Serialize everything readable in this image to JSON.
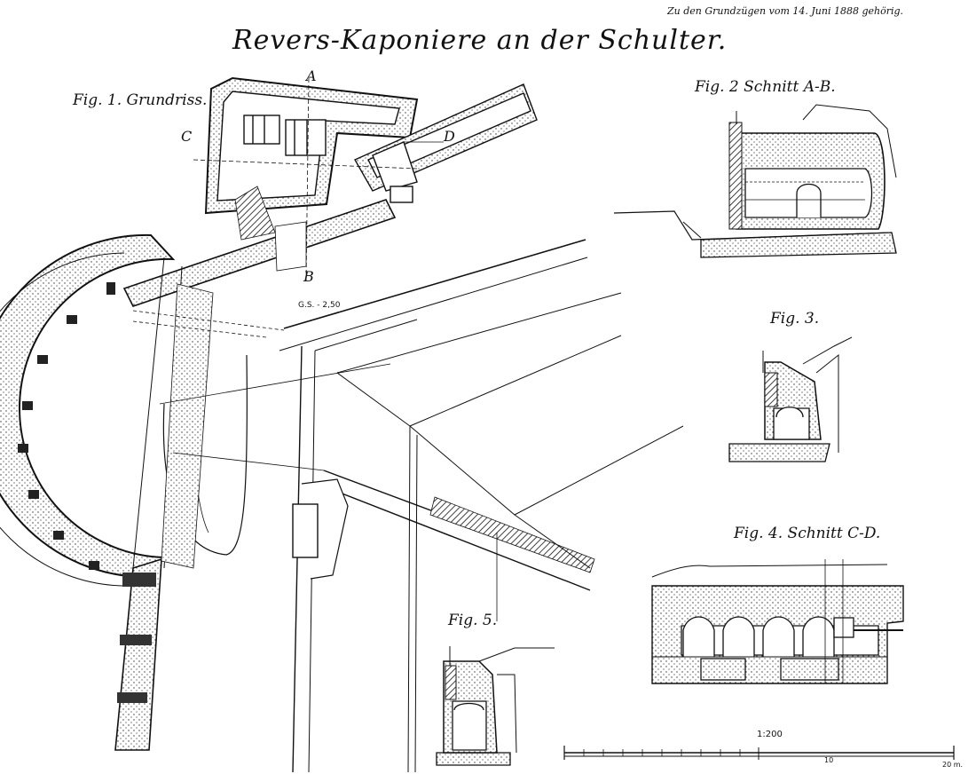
{
  "header": {
    "title": "Revers-Kaponiere an der Schulter.",
    "note": "Zu den Grundzügen vom 14. Juni 1888 gehörig."
  },
  "figures": {
    "fig1": "Fig. 1. Grundriss.",
    "fig2": "Fig. 2 Schnitt A-B.",
    "fig3": "Fig. 3.",
    "fig4": "Fig. 4. Schnitt C-D.",
    "fig5": "Fig. 5."
  },
  "plan_labels": {
    "section_c": "C",
    "section_d": "D",
    "section_a": "A",
    "section_b": "B",
    "ground_level": "G.S. - 2,50"
  },
  "scale_bar": {
    "ratio": "1:200",
    "mid_label": "10",
    "end_label": "20 m."
  }
}
